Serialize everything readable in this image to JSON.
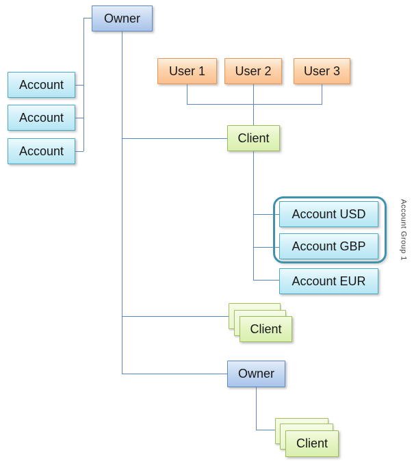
{
  "diagram": {
    "type": "hierarchy-flowchart",
    "nodes": {
      "owner_top": "Owner",
      "account_1": "Account",
      "account_2": "Account",
      "account_3": "Account",
      "user_1": "User 1",
      "user_2": "User 2",
      "user_3": "User 3",
      "client_top": "Client",
      "account_usd": "Account USD",
      "account_gbp": "Account GBP",
      "account_eur": "Account EUR",
      "client_stack": "Client",
      "owner_bottom": "Owner",
      "client_stack_bottom": "Client"
    },
    "group_label": "Account Group 1",
    "colors": {
      "owner_border": "#5e88c0",
      "owner_fill_top": "#e3edfa",
      "owner_fill_bottom": "#a9c4e9",
      "account_border": "#4aa8c6",
      "account_fill_top": "#edfbfe",
      "account_fill_bottom": "#b5e6f3",
      "user_border": "#eb9552",
      "user_fill_top": "#fdeedd",
      "user_fill_bottom": "#fbbf8e",
      "client_border": "#9fba59",
      "client_fill_top": "#f3fbe0",
      "client_fill_bottom": "#d9efae",
      "group_border": "#3e93ab",
      "connector": "#5b87c0"
    }
  }
}
